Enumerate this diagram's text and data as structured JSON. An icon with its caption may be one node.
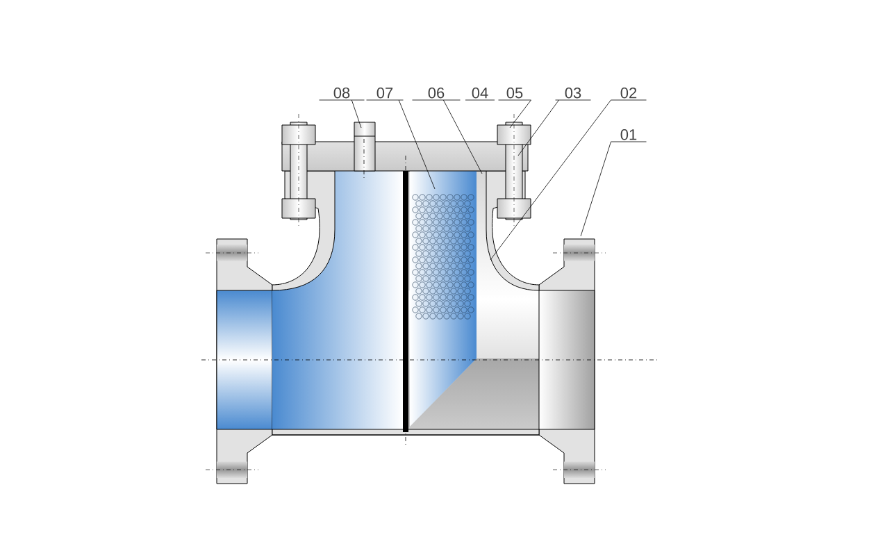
{
  "diagram": {
    "nodes": [
      {
        "text": [
          "08"
        ]
      },
      {
        "text": [
          "07"
        ]
      },
      {
        "text": [
          "06"
        ]
      },
      {
        "text": [
          "05"
        ]
      },
      {
        "text": [
          "03"
        ]
      },
      {
        "text": [
          "02"
        ]
      },
      {
        "text": [
          "01"
        ]
      }
    ],
    "edges": [
      {
        "from": 0,
        "to": null,
        "arrow": "none"
      },
      {
        "from": 1,
        "to": null,
        "arrow": "none"
      },
      {
        "from": 2,
        "to": null,
        "arrow": "none"
      },
      {
        "from": 3,
        "to": null,
        "arrow": "none"
      },
      {
        "from": 4,
        "to": null,
        "arrow": "none"
      },
      {
        "from": 5,
        "to": null,
        "arrow": "none"
      },
      {
        "from": 6,
        "to": null,
        "arrow": "none"
      }
    ],
    "labels": [
      "04"
    ]
  }
}
